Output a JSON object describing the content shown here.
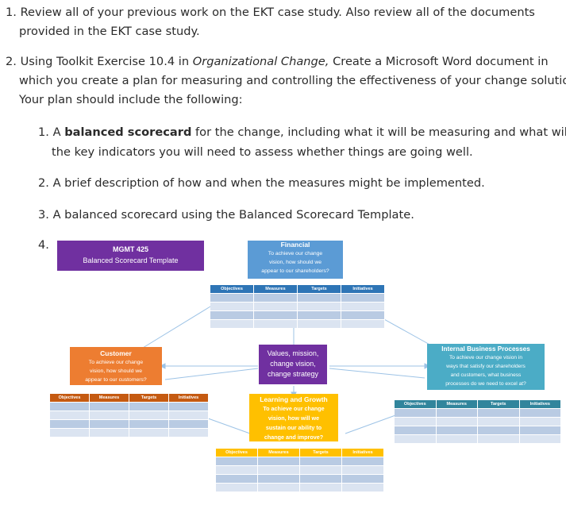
{
  "instructions": {
    "item1_line1": "1. Review all of your previous work on the EKT case study. Also review all of the documents",
    "item1_line2": "provided in the EKT case study.",
    "item2_line1_pre": "2. Using Toolkit Exercise 10.4 in ",
    "item2_line1_italic": "Organizational Change,",
    "item2_line1_post": " Create a Microsoft Word document in",
    "item2_line2": "which you create a plan for measuring and controlling the effectiveness of your change solution.",
    "item2_line3": "Your plan should include the following:",
    "sub1_pre": "1. A ",
    "sub1_bold": "balanced scorecard",
    "sub1_post": " for the change, including what it will be measuring and what will be",
    "sub1_line2": "the key indicators you will need to assess whether things are going well.",
    "sub2": "2. A brief description of how and when the measures might be implemented.",
    "sub3": "3. A balanced scorecard using the Balanced Scorecard Template.",
    "sub4": "4."
  },
  "scorecard": {
    "title": "MGMT 425",
    "subtitle": "Balanced Scorecard Template",
    "columns": [
      "Objectives",
      "Measures",
      "Targets",
      "Initiatives"
    ],
    "financial": {
      "title": "Financial",
      "text": [
        "To achieve our change",
        "vision, how should we",
        "appear to our shareholders?"
      ],
      "color": "#5b9bd5"
    },
    "customer": {
      "title": "Customer",
      "text": [
        "To achieve our change",
        "vision, how should we",
        "appear to our customers?"
      ],
      "color": "#ed7d31"
    },
    "center": {
      "text": [
        "Values, mission,",
        "change vision,",
        "change strategy"
      ],
      "color": "#7030a0"
    },
    "internal": {
      "title": "Internal Business Processes",
      "text": [
        "To achieve our change vision in",
        "ways that satisfy our shareholders",
        "and customers, what business",
        "processes do we need to excel at?"
      ],
      "color": "#4bacc6"
    },
    "learning": {
      "title": "Learning and Growth",
      "text": [
        "To achieve our change",
        "vision, how will we",
        "sustain our ability to",
        "change and improve?"
      ],
      "color": "#ffc000"
    },
    "title_color": "#7030a0",
    "grid_header_color": "#2e75b6"
  }
}
